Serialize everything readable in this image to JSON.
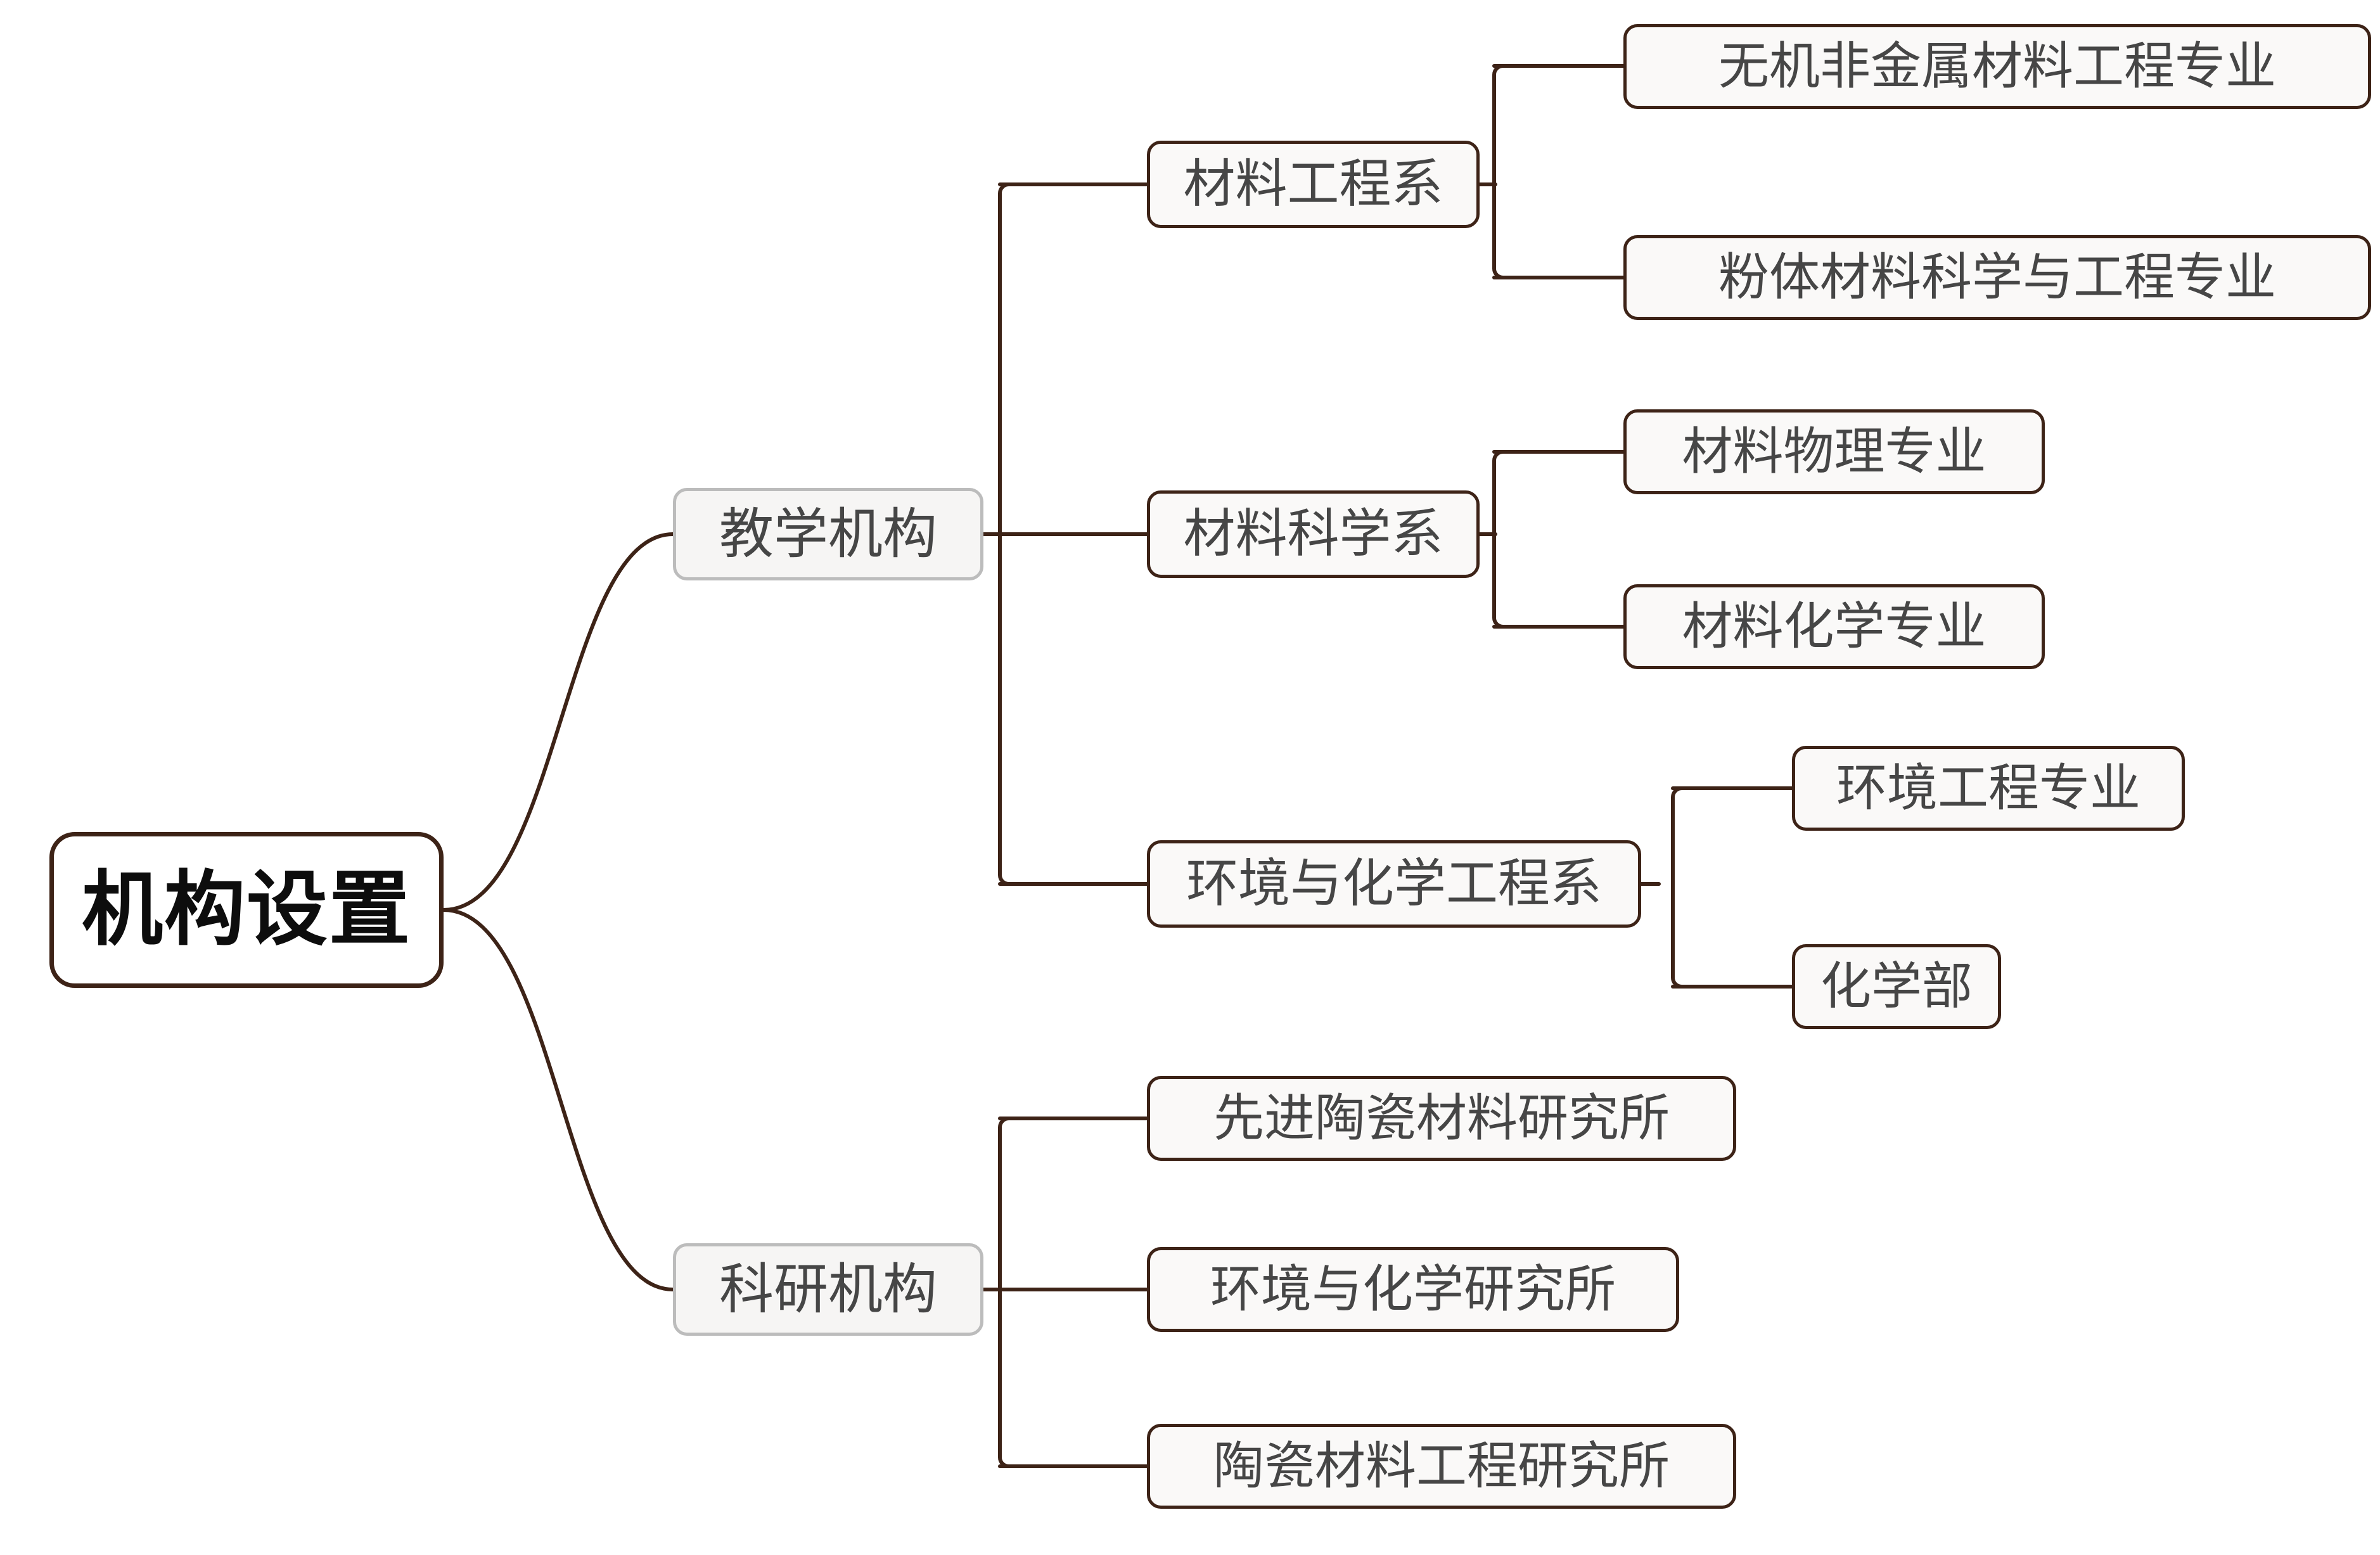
{
  "diagram": {
    "title": "机构设置",
    "type": "mindmap",
    "orientation": "left-to-right",
    "colors": {
      "edge": "#3d2317",
      "root_border": "#3d2317",
      "branch_border": "#bcbcbc",
      "node_border": "#3d2317",
      "node_text": "#464646",
      "root_text": "#0d0d0d",
      "node_fill": "#faf9f8",
      "background": "#ffffff"
    }
  },
  "root": {
    "label": "机构设置"
  },
  "branches": [
    {
      "id": "teaching",
      "label": "教学机构",
      "children": [
        {
          "id": "dept-materials-eng",
          "label": "材料工程系",
          "children": [
            {
              "id": "major-inorganic-nonmetal",
              "label": "无机非金属材料工程专业"
            },
            {
              "id": "major-powder-materials",
              "label": "粉体材料科学与工程专业"
            }
          ]
        },
        {
          "id": "dept-materials-science",
          "label": "材料科学系",
          "children": [
            {
              "id": "major-materials-physics",
              "label": "材料物理专业"
            },
            {
              "id": "major-materials-chemistry",
              "label": "材料化学专业"
            }
          ]
        },
        {
          "id": "dept-env-chem-eng",
          "label": "环境与化学工程系",
          "children": [
            {
              "id": "major-environmental-eng",
              "label": "环境工程专业"
            },
            {
              "id": "major-chemistry-division",
              "label": "化学部"
            }
          ]
        }
      ]
    },
    {
      "id": "research",
      "label": "科研机构",
      "children": [
        {
          "id": "inst-advanced-ceramics",
          "label": "先进陶瓷材料研究所"
        },
        {
          "id": "inst-env-chemistry",
          "label": "环境与化学研究所"
        },
        {
          "id": "inst-ceramic-materials-eng",
          "label": "陶瓷材料工程研究所"
        }
      ]
    }
  ]
}
